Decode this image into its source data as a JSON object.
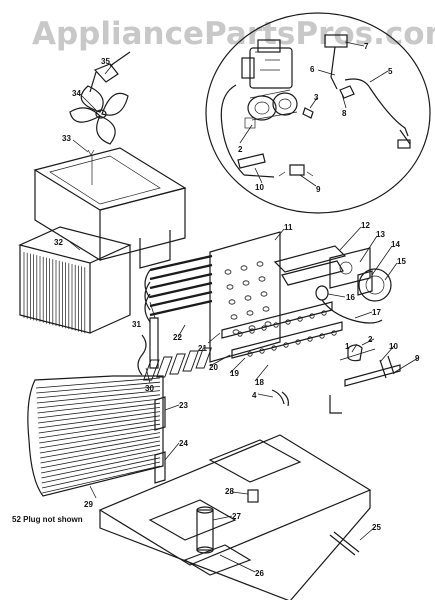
{
  "watermark": "AppliancePartsPros.com",
  "note": "52 Plug not shown",
  "callouts": [
    "1",
    "2",
    "3",
    "4",
    "5",
    "6",
    "7",
    "8",
    "9",
    "10",
    "11",
    "12",
    "13",
    "14",
    "15",
    "16",
    "17",
    "18",
    "19",
    "20",
    "21",
    "22",
    "23",
    "24",
    "25",
    "26",
    "27",
    "28",
    "29",
    "30",
    "31",
    "32",
    "33",
    "34",
    "35"
  ],
  "colors": {
    "line": "#1a1a1a",
    "watermark": "#c8c8c8",
    "background": "#ffffff"
  }
}
